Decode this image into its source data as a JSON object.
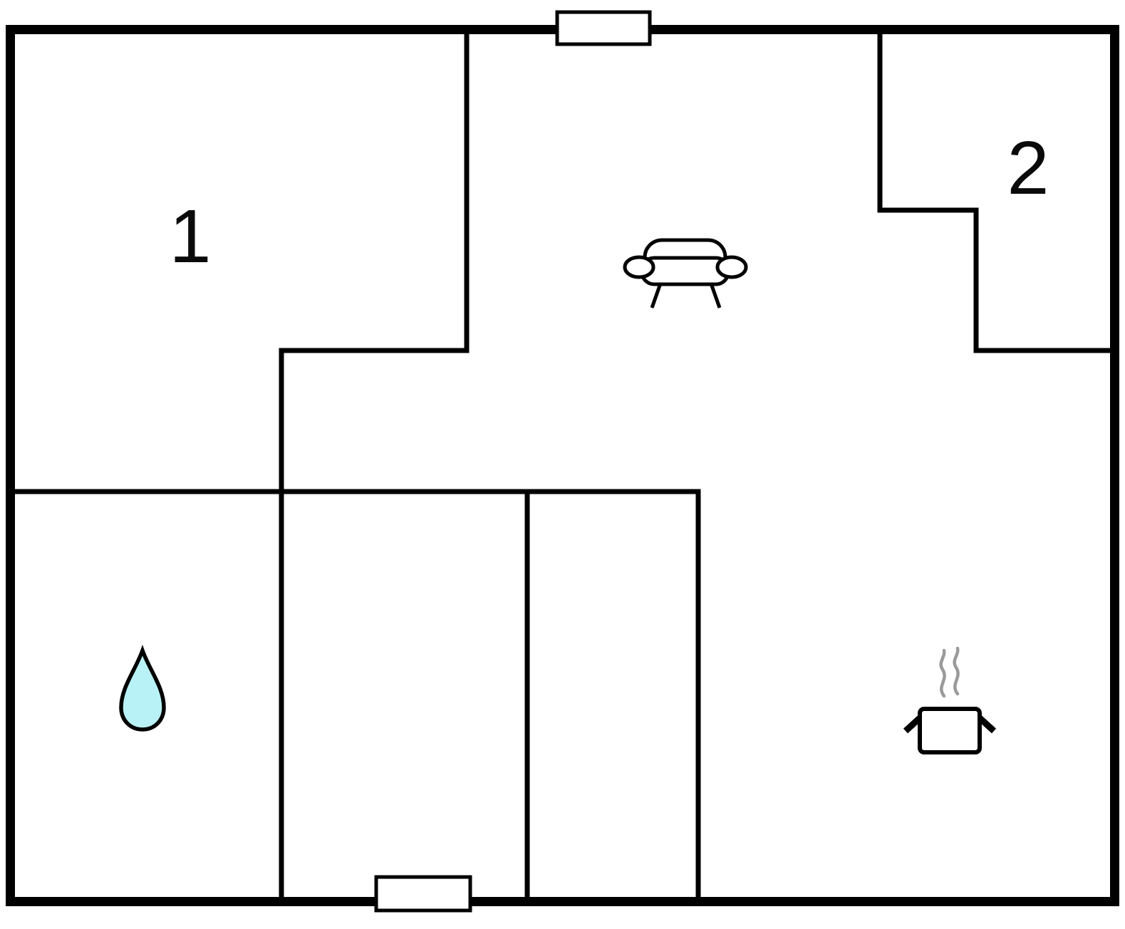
{
  "floorplan": {
    "rooms": [
      {
        "label": "1"
      },
      {
        "label": "2"
      }
    ],
    "icons": {
      "sofa": "sofa-icon",
      "water_drop": "water-drop-icon",
      "cooking_pot": "cooking-pot-icon"
    },
    "openings": [
      {
        "name": "top-wall-opening"
      },
      {
        "name": "bottom-wall-opening"
      }
    ],
    "colors": {
      "wall": "#000000",
      "background": "#ffffff",
      "water_drop_fill": "#b9f2f6",
      "steam": "#9a9a9a"
    }
  }
}
